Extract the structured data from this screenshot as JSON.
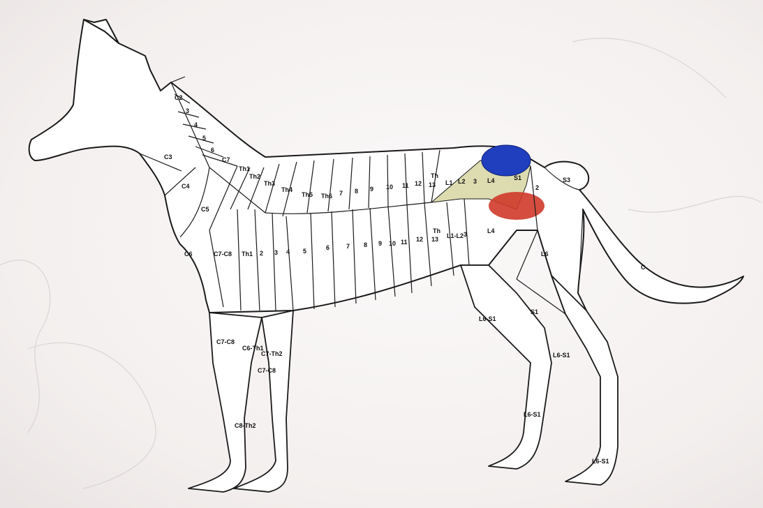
{
  "colors": {
    "blue_marker": "#1f3fbf",
    "red_marker": "#cf3a2a",
    "highlight": "#dcdcb0"
  },
  "labels": {
    "neck": [
      "C2",
      "3",
      "4",
      "5",
      "6",
      "C7",
      "C3",
      "C4",
      "C5",
      "C6"
    ],
    "thorax_upper": [
      "Th1",
      "Th2",
      "Th3",
      "Th4",
      "Th5",
      "Th6",
      "7",
      "8",
      "9",
      "10",
      "11",
      "12",
      "Th",
      "13"
    ],
    "lumbar_upper": [
      "L1",
      "L2",
      "3",
      "L4",
      "S1",
      "2",
      "S3"
    ],
    "thorax_lower": [
      "C7-C8",
      "Th1",
      "2",
      "3",
      "4",
      "5",
      "6",
      "7",
      "8",
      "9",
      "10",
      "11",
      "12",
      "Th",
      "13",
      "L1-L2",
      "3"
    ],
    "hind": [
      "L4",
      "L6",
      "S1",
      "L6-S1",
      "L6-S1",
      "L6-S1",
      "L6-S1",
      "C"
    ],
    "fore": [
      "C7-C8",
      "C6-Th1",
      "C7-Th2",
      "C7-C8",
      "C8-Th2"
    ]
  }
}
